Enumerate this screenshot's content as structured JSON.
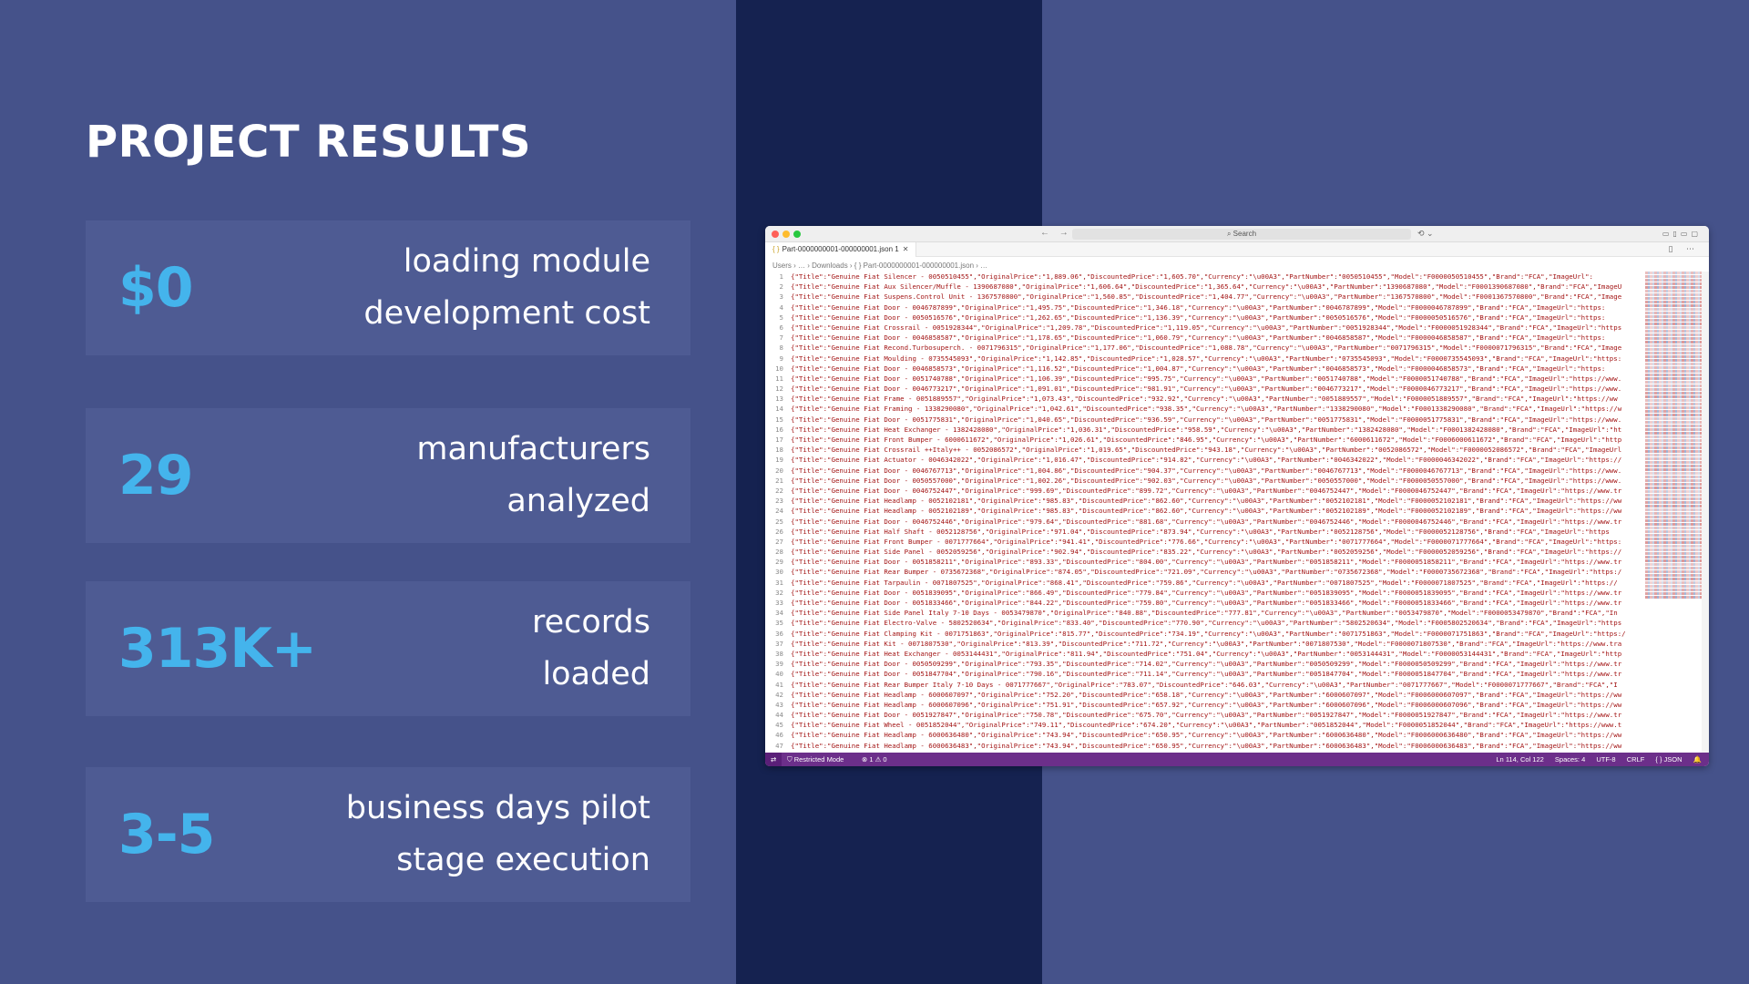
{
  "slide": {
    "title": "PROJECT RESULTS",
    "stats": [
      {
        "value": "$0",
        "line1": "loading module",
        "line2": "development cost"
      },
      {
        "value": "29",
        "line1": "manufacturers",
        "line2": "analyzed"
      },
      {
        "value": "313K+",
        "line1": "records",
        "line2": "loaded"
      },
      {
        "value": "3-5",
        "line1": "business days pilot",
        "line2": "stage execution"
      }
    ]
  },
  "editor": {
    "search_placeholder": "Search",
    "tab_label": "Part-0000000001-000000001.json 1",
    "breadcrumb": "Users › … › Downloads › { } Part-0000000001-000000001.json › …",
    "status": {
      "restricted": "Restricted Mode",
      "problems": "⊗ 1 ⚠ 0",
      "position": "Ln 114, Col 122",
      "spaces": "Spaces: 4",
      "encoding": "UTF-8",
      "eol": "CRLF",
      "language": "{ } JSON"
    },
    "lines": [
      {
        "n": "1",
        "t": "{\"Title\":\"Genuine Fiat Silencer - 0050510455\",\"OriginalPrice\":\"1,889.06\",\"DiscountedPrice\":\"1,605.70\",\"Currency\":\"\\u00A3\",\"PartNumber\":\"0050510455\",\"Model\":\"F0000050510455\",\"Brand\":\"FCA\",\"ImageUrl\":"
      },
      {
        "n": "2",
        "t": "{\"Title\":\"Genuine Fiat Aux Silencer/Muffle - 1390687080\",\"OriginalPrice\":\"1,606.64\",\"DiscountedPrice\":\"1,365.64\",\"Currency\":\"\\u00A3\",\"PartNumber\":\"1390687080\",\"Model\":\"F0001390687080\",\"Brand\":\"FCA\",\"ImageU"
      },
      {
        "n": "3",
        "t": "{\"Title\":\"Genuine Fiat Suspens.Control Unit - 1367570800\",\"OriginalPrice\":\"1,560.85\",\"DiscountedPrice\":\"1,404.77\",\"Currency\":\"\\u00A3\",\"PartNumber\":\"1367570800\",\"Model\":\"F0001367570800\",\"Brand\":\"FCA\",\"Image"
      },
      {
        "n": "4",
        "t": "{\"Title\":\"Genuine Fiat Door - 0046787899\",\"OriginalPrice\":\"1,495.75\",\"DiscountedPrice\":\"1,346.18\",\"Currency\":\"\\u00A3\",\"PartNumber\":\"0046787899\",\"Model\":\"F0000046787899\",\"Brand\":\"FCA\",\"ImageUrl\":\"https:"
      },
      {
        "n": "5",
        "t": "{\"Title\":\"Genuine Fiat Door - 0050516576\",\"OriginalPrice\":\"1,262.65\",\"DiscountedPrice\":\"1,136.39\",\"Currency\":\"\\u00A3\",\"PartNumber\":\"0050516576\",\"Model\":\"F0000050516576\",\"Brand\":\"FCA\",\"ImageUrl\":\"https:"
      },
      {
        "n": "6",
        "t": "{\"Title\":\"Genuine Fiat Crossrail - 0051928344\",\"OriginalPrice\":\"1,209.78\",\"DiscountedPrice\":\"1,119.05\",\"Currency\":\"\\u00A3\",\"PartNumber\":\"0051928344\",\"Model\":\"F0000051928344\",\"Brand\":\"FCA\",\"ImageUrl\":\"https"
      },
      {
        "n": "7",
        "t": "{\"Title\":\"Genuine Fiat Door - 0046858587\",\"OriginalPrice\":\"1,178.65\",\"DiscountedPrice\":\"1,060.79\",\"Currency\":\"\\u00A3\",\"PartNumber\":\"0046858587\",\"Model\":\"F0000046858587\",\"Brand\":\"FCA\",\"ImageUrl\":\"https:"
      },
      {
        "n": "8",
        "t": "{\"Title\":\"Genuine Fiat Recond.Turbosuperch. - 0071796315\",\"OriginalPrice\":\"1,177.06\",\"DiscountedPrice\":\"1,088.78\",\"Currency\":\"\\u00A3\",\"PartNumber\":\"0071796315\",\"Model\":\"F0000071796315\",\"Brand\":\"FCA\",\"Image"
      },
      {
        "n": "9",
        "t": "{\"Title\":\"Genuine Fiat Moulding - 0735545093\",\"OriginalPrice\":\"1,142.85\",\"DiscountedPrice\":\"1,028.57\",\"Currency\":\"\\u00A3\",\"PartNumber\":\"0735545093\",\"Model\":\"F0000735545093\",\"Brand\":\"FCA\",\"ImageUrl\":\"https:"
      },
      {
        "n": "10",
        "t": "{\"Title\":\"Genuine Fiat Door - 0046858573\",\"OriginalPrice\":\"1,116.52\",\"DiscountedPrice\":\"1,004.87\",\"Currency\":\"\\u00A3\",\"PartNumber\":\"0046858573\",\"Model\":\"F0000046858573\",\"Brand\":\"FCA\",\"ImageUrl\":\"https:"
      },
      {
        "n": "11",
        "t": "{\"Title\":\"Genuine Fiat Door - 0051740788\",\"OriginalPrice\":\"1,106.39\",\"DiscountedPrice\":\"995.75\",\"Currency\":\"\\u00A3\",\"PartNumber\":\"0051740788\",\"Model\":\"F0000051740788\",\"Brand\":\"FCA\",\"ImageUrl\":\"https://www."
      },
      {
        "n": "12",
        "t": "{\"Title\":\"Genuine Fiat Door - 0046773217\",\"OriginalPrice\":\"1,091.01\",\"DiscountedPrice\":\"981.91\",\"Currency\":\"\\u00A3\",\"PartNumber\":\"0046773217\",\"Model\":\"F0000046773217\",\"Brand\":\"FCA\",\"ImageUrl\":\"https://www."
      },
      {
        "n": "13",
        "t": "{\"Title\":\"Genuine Fiat Frame - 0051889557\",\"OriginalPrice\":\"1,073.43\",\"DiscountedPrice\":\"932.92\",\"Currency\":\"\\u00A3\",\"PartNumber\":\"0051889557\",\"Model\":\"F0000051889557\",\"Brand\":\"FCA\",\"ImageUrl\":\"https://ww"
      },
      {
        "n": "14",
        "t": "{\"Title\":\"Genuine Fiat Framing - 1338290080\",\"OriginalPrice\":\"1,042.61\",\"DiscountedPrice\":\"938.35\",\"Currency\":\"\\u00A3\",\"PartNumber\":\"1338290080\",\"Model\":\"F0001338290080\",\"Brand\":\"FCA\",\"ImageUrl\":\"https://w"
      },
      {
        "n": "15",
        "t": "{\"Title\":\"Genuine Fiat Door - 0051775831\",\"OriginalPrice\":\"1,040.65\",\"DiscountedPrice\":\"936.59\",\"Currency\":\"\\u00A3\",\"PartNumber\":\"0051775831\",\"Model\":\"F0000051775831\",\"Brand\":\"FCA\",\"ImageUrl\":\"https://www."
      },
      {
        "n": "16",
        "t": "{\"Title\":\"Genuine Fiat Heat Exchanger - 1382428080\",\"OriginalPrice\":\"1,036.31\",\"DiscountedPrice\":\"958.59\",\"Currency\":\"\\u00A3\",\"PartNumber\":\"1382428080\",\"Model\":\"F0001382428080\",\"Brand\":\"FCA\",\"ImageUrl\":\"ht"
      },
      {
        "n": "17",
        "t": "{\"Title\":\"Genuine Fiat Front Bumper - 6000611672\",\"OriginalPrice\":\"1,026.61\",\"DiscountedPrice\":\"846.95\",\"Currency\":\"\\u00A3\",\"PartNumber\":\"6000611672\",\"Model\":\"F0006000611672\",\"Brand\":\"FCA\",\"ImageUrl\":\"http"
      },
      {
        "n": "18",
        "t": "{\"Title\":\"Genuine Fiat Crossrail ++Italy++ - 0052086572\",\"OriginalPrice\":\"1,019.65\",\"DiscountedPrice\":\"943.18\",\"Currency\":\"\\u00A3\",\"PartNumber\":\"0052086572\",\"Model\":\"F0000052086572\",\"Brand\":\"FCA\",\"ImageUrl"
      },
      {
        "n": "19",
        "t": "{\"Title\":\"Genuine Fiat Actuator - 0046342022\",\"OriginalPrice\":\"1,016.47\",\"DiscountedPrice\":\"914.82\",\"Currency\":\"\\u00A3\",\"PartNumber\":\"0046342022\",\"Model\":\"F0000046342022\",\"Brand\":\"FCA\",\"ImageUrl\":\"https://"
      },
      {
        "n": "20",
        "t": "{\"Title\":\"Genuine Fiat Door - 0046767713\",\"OriginalPrice\":\"1,004.86\",\"DiscountedPrice\":\"904.37\",\"Currency\":\"\\u00A3\",\"PartNumber\":\"0046767713\",\"Model\":\"F0000046767713\",\"Brand\":\"FCA\",\"ImageUrl\":\"https://www."
      },
      {
        "n": "21",
        "t": "{\"Title\":\"Genuine Fiat Door - 0050557000\",\"OriginalPrice\":\"1,002.26\",\"DiscountedPrice\":\"902.03\",\"Currency\":\"\\u00A3\",\"PartNumber\":\"0050557000\",\"Model\":\"F0000050557000\",\"Brand\":\"FCA\",\"ImageUrl\":\"https://www."
      },
      {
        "n": "22",
        "t": "{\"Title\":\"Genuine Fiat Door - 0046752447\",\"OriginalPrice\":\"999.69\",\"DiscountedPrice\":\"899.72\",\"Currency\":\"\\u00A3\",\"PartNumber\":\"0046752447\",\"Model\":\"F0000046752447\",\"Brand\":\"FCA\",\"ImageUrl\":\"https://www.tr"
      },
      {
        "n": "23",
        "t": "{\"Title\":\"Genuine Fiat Headlamp - 0052102181\",\"OriginalPrice\":\"985.83\",\"DiscountedPrice\":\"862.60\",\"Currency\":\"\\u00A3\",\"PartNumber\":\"0052102181\",\"Model\":\"F0000052102181\",\"Brand\":\"FCA\",\"ImageUrl\":\"https://ww"
      },
      {
        "n": "24",
        "t": "{\"Title\":\"Genuine Fiat Headlamp - 0052102189\",\"OriginalPrice\":\"985.83\",\"DiscountedPrice\":\"862.60\",\"Currency\":\"\\u00A3\",\"PartNumber\":\"0052102189\",\"Model\":\"F0000052102189\",\"Brand\":\"FCA\",\"ImageUrl\":\"https://ww"
      },
      {
        "n": "25",
        "t": "{\"Title\":\"Genuine Fiat Door - 0046752446\",\"OriginalPrice\":\"979.64\",\"DiscountedPrice\":\"881.68\",\"Currency\":\"\\u00A3\",\"PartNumber\":\"0046752446\",\"Model\":\"F0000046752446\",\"Brand\":\"FCA\",\"ImageUrl\":\"https://www.tr"
      },
      {
        "n": "26",
        "t": "{\"Title\":\"Genuine Fiat Half   Shaft - 0052128756\",\"OriginalPrice\":\"971.04\",\"DiscountedPrice\":\"873.94\",\"Currency\":\"\\u00A3\",\"PartNumber\":\"0052128756\",\"Model\":\"F0000052128756\",\"Brand\":\"FCA\",\"ImageUrl\":\"https"
      },
      {
        "n": "27",
        "t": "{\"Title\":\"Genuine Fiat Front Bumper - 0071777664\",\"OriginalPrice\":\"941.41\",\"DiscountedPrice\":\"776.66\",\"Currency\":\"\\u00A3\",\"PartNumber\":\"0071777664\",\"Model\":\"F0000071777664\",\"Brand\":\"FCA\",\"ImageUrl\":\"https:"
      },
      {
        "n": "28",
        "t": "{\"Title\":\"Genuine Fiat Side Panel - 0052059256\",\"OriginalPrice\":\"902.94\",\"DiscountedPrice\":\"835.22\",\"Currency\":\"\\u00A3\",\"PartNumber\":\"0052059256\",\"Model\":\"F0000052059256\",\"Brand\":\"FCA\",\"ImageUrl\":\"https://"
      },
      {
        "n": "29",
        "t": "{\"Title\":\"Genuine Fiat Door - 0051858211\",\"OriginalPrice\":\"893.33\",\"DiscountedPrice\":\"804.00\",\"Currency\":\"\\u00A3\",\"PartNumber\":\"0051858211\",\"Model\":\"F0000051858211\",\"Brand\":\"FCA\",\"ImageUrl\":\"https://www.tr"
      },
      {
        "n": "30",
        "t": "{\"Title\":\"Genuine Fiat Rear Bumper - 0735672368\",\"OriginalPrice\":\"874.05\",\"DiscountedPrice\":\"721.09\",\"Currency\":\"\\u00A3\",\"PartNumber\":\"0735672368\",\"Model\":\"F0000735672368\",\"Brand\":\"FCA\",\"ImageUrl\":\"https:/"
      },
      {
        "n": "31",
        "t": "{\"Title\":\"Genuine Fiat Tarpaulin - 0071807525\",\"OriginalPrice\":\"868.41\",\"DiscountedPrice\":\"759.86\",\"Currency\":\"\\u00A3\",\"PartNumber\":\"0071807525\",\"Model\":\"F0000071807525\",\"Brand\":\"FCA\",\"ImageUrl\":\"https://"
      },
      {
        "n": "32",
        "t": "{\"Title\":\"Genuine Fiat Door - 0051839095\",\"OriginalPrice\":\"866.49\",\"DiscountedPrice\":\"779.84\",\"Currency\":\"\\u00A3\",\"PartNumber\":\"0051839095\",\"Model\":\"F0000051839095\",\"Brand\":\"FCA\",\"ImageUrl\":\"https://www.tr"
      },
      {
        "n": "33",
        "t": "{\"Title\":\"Genuine Fiat Door - 0051833466\",\"OriginalPrice\":\"844.22\",\"DiscountedPrice\":\"759.80\",\"Currency\":\"\\u00A3\",\"PartNumber\":\"0051833466\",\"Model\":\"F0000051833466\",\"Brand\":\"FCA\",\"ImageUrl\":\"https://www.tr"
      },
      {
        "n": "34",
        "t": "{\"Title\":\"Genuine Fiat Side Panel  Italy 7-10 Days - 0053479870\",\"OriginalPrice\":\"840.88\",\"DiscountedPrice\":\"777.81\",\"Currency\":\"\\u00A3\",\"PartNumber\":\"0053479870\",\"Model\":\"F0000053479870\",\"Brand\":\"FCA\",\"In"
      },
      {
        "n": "35",
        "t": "{\"Title\":\"Genuine Fiat Electro-Valve - 5802520634\",\"OriginalPrice\":\"833.40\",\"DiscountedPrice\":\"770.90\",\"Currency\":\"\\u00A3\",\"PartNumber\":\"5802520634\",\"Model\":\"F0005802520634\",\"Brand\":\"FCA\",\"ImageUrl\":\"https"
      },
      {
        "n": "36",
        "t": "{\"Title\":\"Genuine Fiat Clamping Kit - 0071751863\",\"OriginalPrice\":\"815.77\",\"DiscountedPrice\":\"734.19\",\"Currency\":\"\\u00A3\",\"PartNumber\":\"0071751863\",\"Model\":\"F0000071751863\",\"Brand\":\"FCA\",\"ImageUrl\":\"https:/"
      },
      {
        "n": "37",
        "t": "{\"Title\":\"Genuine Fiat Kit - 0071807530\",\"OriginalPrice\":\"813.39\",\"DiscountedPrice\":\"711.72\",\"Currency\":\"\\u00A3\",\"PartNumber\":\"0071807530\",\"Model\":\"F0000071807530\",\"Brand\":\"FCA\",\"ImageUrl\":\"https://www.tra"
      },
      {
        "n": "38",
        "t": "{\"Title\":\"Genuine Fiat Heat Exchanger - 0053144431\",\"OriginalPrice\":\"811.94\",\"DiscountedPrice\":\"751.04\",\"Currency\":\"\\u00A3\",\"PartNumber\":\"0053144431\",\"Model\":\"F0000053144431\",\"Brand\":\"FCA\",\"ImageUrl\":\"http"
      },
      {
        "n": "39",
        "t": "{\"Title\":\"Genuine Fiat Door - 0050509299\",\"OriginalPrice\":\"793.35\",\"DiscountedPrice\":\"714.02\",\"Currency\":\"\\u00A3\",\"PartNumber\":\"0050509299\",\"Model\":\"F0000050509299\",\"Brand\":\"FCA\",\"ImageUrl\":\"https://www.tr"
      },
      {
        "n": "40",
        "t": "{\"Title\":\"Genuine Fiat Door - 0051847704\",\"OriginalPrice\":\"790.16\",\"DiscountedPrice\":\"711.14\",\"Currency\":\"\\u00A3\",\"PartNumber\":\"0051847704\",\"Model\":\"F0000051847704\",\"Brand\":\"FCA\",\"ImageUrl\":\"https://www.tr"
      },
      {
        "n": "41",
        "t": "{\"Title\":\"Genuine Fiat Rear Bumper  Italy 7-10 Days - 0071777667\",\"OriginalPrice\":\"783.07\",\"DiscountedPrice\":\"646.03\",\"Currency\":\"\\u00A3\",\"PartNumber\":\"0071777667\",\"Model\":\"F0000071777667\",\"Brand\":\"FCA\",\"I"
      },
      {
        "n": "42",
        "t": "{\"Title\":\"Genuine Fiat Headlamp - 6000607097\",\"OriginalPrice\":\"752.20\",\"DiscountedPrice\":\"658.18\",\"Currency\":\"\\u00A3\",\"PartNumber\":\"6000607097\",\"Model\":\"F0006000607097\",\"Brand\":\"FCA\",\"ImageUrl\":\"https://ww"
      },
      {
        "n": "43",
        "t": "{\"Title\":\"Genuine Fiat Headlamp - 6000607096\",\"OriginalPrice\":\"751.91\",\"DiscountedPrice\":\"657.92\",\"Currency\":\"\\u00A3\",\"PartNumber\":\"6000607096\",\"Model\":\"F0006000607096\",\"Brand\":\"FCA\",\"ImageUrl\":\"https://ww"
      },
      {
        "n": "44",
        "t": "{\"Title\":\"Genuine Fiat Door - 0051927847\",\"OriginalPrice\":\"750.78\",\"DiscountedPrice\":\"675.70\",\"Currency\":\"\\u00A3\",\"PartNumber\":\"0051927847\",\"Model\":\"F0000051927847\",\"Brand\":\"FCA\",\"ImageUrl\":\"https://www.tr"
      },
      {
        "n": "45",
        "t": "{\"Title\":\"Genuine Fiat Wheel - 0051852044\",\"OriginalPrice\":\"749.11\",\"DiscountedPrice\":\"674.20\",\"Currency\":\"\\u00A3\",\"PartNumber\":\"0051852044\",\"Model\":\"F0000051852044\",\"Brand\":\"FCA\",\"ImageUrl\":\"https://www.t"
      },
      {
        "n": "46",
        "t": "{\"Title\":\"Genuine Fiat Headlamp - 6000636480\",\"OriginalPrice\":\"743.94\",\"DiscountedPrice\":\"650.95\",\"Currency\":\"\\u00A3\",\"PartNumber\":\"6000636480\",\"Model\":\"F0006000636480\",\"Brand\":\"FCA\",\"ImageUrl\":\"https://ww"
      },
      {
        "n": "47",
        "t": "{\"Title\":\"Genuine Fiat Headlamp - 6000636483\",\"OriginalPrice\":\"743.94\",\"DiscountedPrice\":\"650.95\",\"Currency\":\"\\u00A3\",\"PartNumber\":\"6000636483\",\"Model\":\"F0006000636483\",\"Brand\":\"FCA\",\"ImageUrl\":\"https://ww"
      }
    ]
  }
}
